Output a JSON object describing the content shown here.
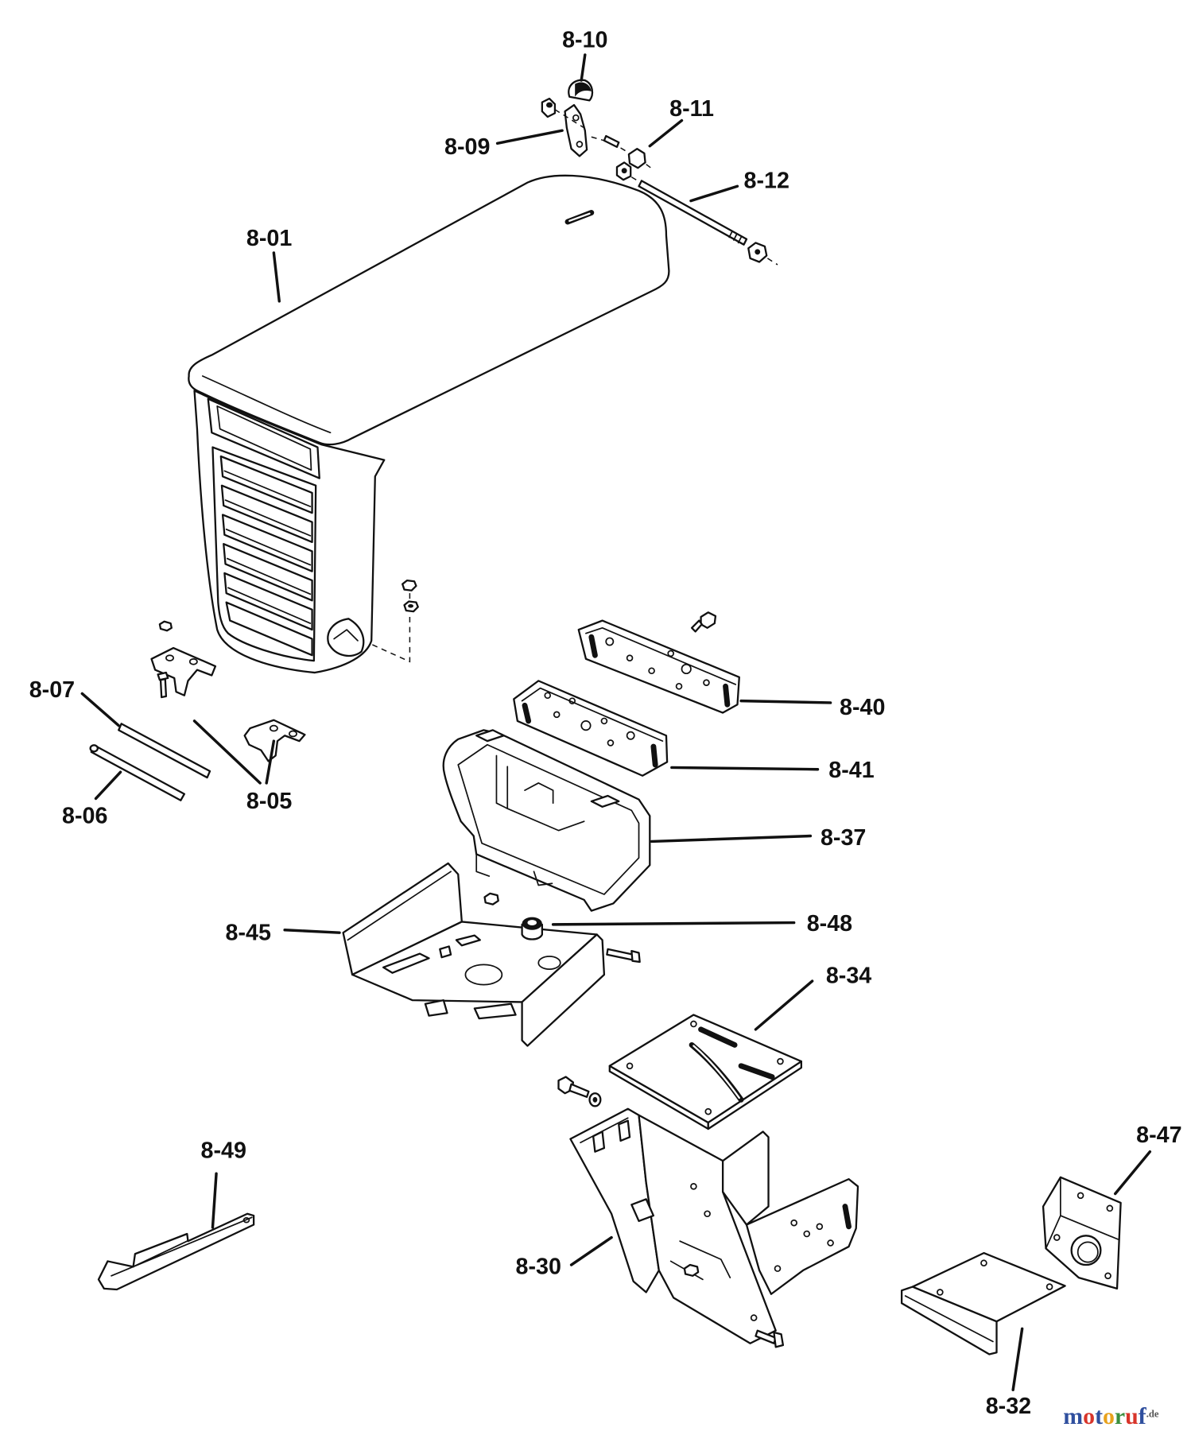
{
  "diagram": {
    "callouts": [
      "8-10",
      "8-11",
      "8-09",
      "8-12",
      "8-01",
      "8-07",
      "8-06",
      "8-05",
      "8-40",
      "8-41",
      "8-37",
      "8-45",
      "8-48",
      "8-34",
      "8-49",
      "8-30",
      "8-47",
      "8-32"
    ]
  },
  "watermark": {
    "text": "motoruf",
    "suffix": ".de",
    "letter_colors": [
      "#2f4f9e",
      "#d8352a",
      "#2f4f9e",
      "#e8a21d",
      "#3b8f3e",
      "#d8352a",
      "#2f4f9e"
    ],
    "suffix_color": "#555555"
  },
  "colors": {
    "ink": "#111111",
    "background": "#ffffff"
  }
}
